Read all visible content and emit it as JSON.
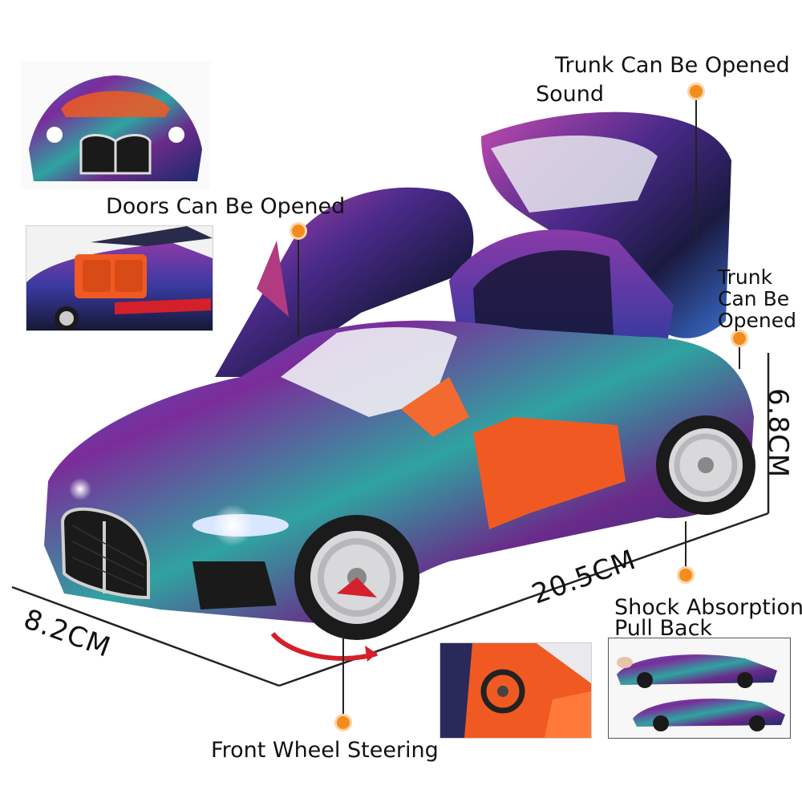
{
  "labels": {
    "trunk_top": "Trunk Can Be Opened",
    "sound": "Sound",
    "doors": "Doors Can Be Opened",
    "trunk_right": "Trunk\nCan Be\nOpened",
    "shock": "Shock Absorption",
    "pull_back": "Pull Back",
    "steering": "Front Wheel Steering"
  },
  "dimensions": {
    "length": "20.5CM",
    "width": "8.2CM",
    "height": "6.8CM"
  },
  "colors": {
    "marker": "#f28c1c",
    "interior": "#f05a22",
    "paint_purple": "#6a2b8a",
    "paint_blue": "#2a4fb0",
    "paint_teal": "#1e8c8c"
  }
}
